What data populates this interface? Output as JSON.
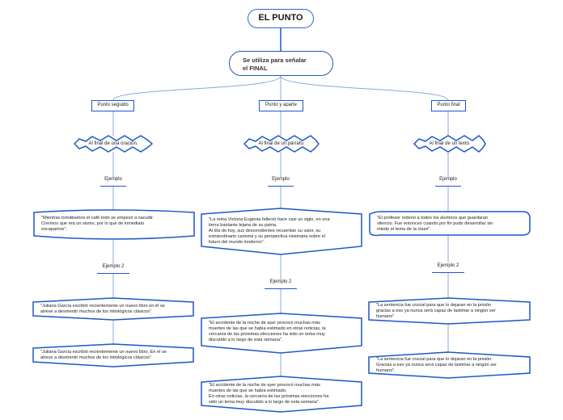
{
  "title": "EL PUNTO",
  "subtitle": "Se utiliza para señalar\nel FINAL",
  "colors": {
    "border": "#1f57c8",
    "connector": "#8aa8e0"
  },
  "columns": [
    {
      "name": "Punto seguido",
      "definition": "Al final de una oración.",
      "example_label": "Ejemplo",
      "example": "\"Mientras tomábamos el café todo se empezó a sacudir.\nCreímos que era un sismo, por lo que de inmediato\nescapamos\".",
      "example2_label": "Ejemplo 2",
      "example2": [
        "\"Juliana García escribió recientemente un nuevo libro  en él se\natreve a desmentir muchos de los mitológicos clásicos\"",
        "\"Juliana García escribió recientemente un nuevo libro. En él se\natreve a desmentir muchos de los mitológicos clásicos\""
      ]
    },
    {
      "name": "Punto y aparte",
      "definition": "Al final de un párrafo.",
      "example_label": "Ejemplo",
      "example": "\"La reina Victoria Eugenia falleció hace casi un siglo, en una\ntierra bastante lejana de su patria.\nAl día de hoy, sus descendientes recuerdan su valor, su\nextraordinario carisma y su perspectiva visionaria sobre el\nfuturo del mundo moderno\".",
      "example2_label": "Ejemplo 2",
      "example2": [
        "\"El accidente de la noche de ayer provocó muchas más\nmuertes de las que se había estimado   en otras noticias, la\ncercanía de las próximas elecciones ha sido un tema muy\ndiscutido a lo largo de esta semana\".",
        "\"El accidente de la noche de ayer provocó muchas más\nmuertes de las que se había estimado.\nEn otras noticias, la cercanía de las próximas elecciones ha\nsido un tema muy discutido a lo largo de esta semana\"."
      ]
    },
    {
      "name": "Punto final",
      "definition": "Al final de un texto.",
      "example_label": "Ejemplo",
      "example": "\"El profesor ordenó a todos los alumnos que guardaran\nsilencio. Fue entonces cuando por fin pudo desarrollar sin\nmiedo el tema de la clase\".",
      "example2_label": "Ejemplo 2",
      "example2": [
        "\"La sentencia fue crucial para que lo dejaran en la prisión\ngracias a eso ya nunca será capaz de lastimar a ningún ser\nhumano\"",
        "\"La sentencia fue crucial para que lo dejaran en la prisión.\nGracias a eso ya nunca será capaz de lastimar a ningún ser\nhumano\"."
      ]
    }
  ]
}
